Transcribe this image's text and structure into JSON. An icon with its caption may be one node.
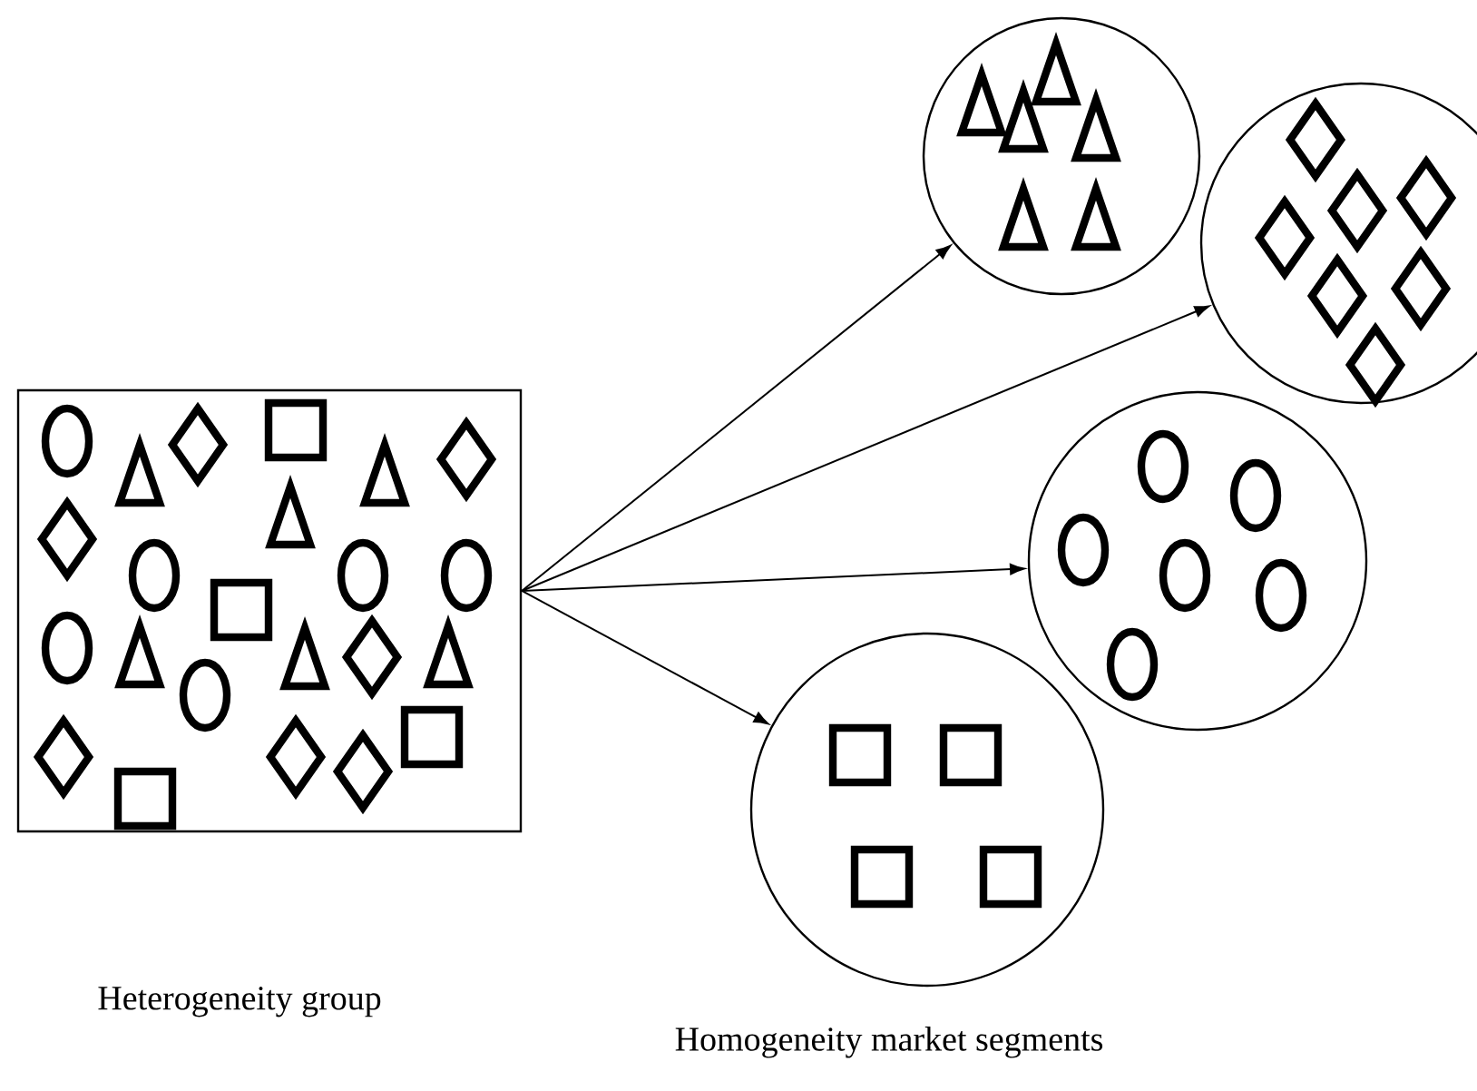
{
  "diagram": {
    "nodes": [
      {
        "text": [],
        "shape": "box"
      },
      {
        "text": [],
        "shape": "circle"
      },
      {
        "text": [],
        "shape": "circle"
      },
      {
        "text": [],
        "shape": "circle"
      },
      {
        "text": [],
        "shape": "circle"
      }
    ],
    "edges": [
      {
        "from": 0,
        "to": 1,
        "arrow": "to"
      },
      {
        "from": 0,
        "to": 2,
        "arrow": "to"
      },
      {
        "from": 0,
        "to": 3,
        "arrow": "to"
      },
      {
        "from": 0,
        "to": 4,
        "arrow": "to"
      }
    ],
    "labels": [
      "Heterogeneity group",
      "Homogeneity market segments"
    ]
  }
}
